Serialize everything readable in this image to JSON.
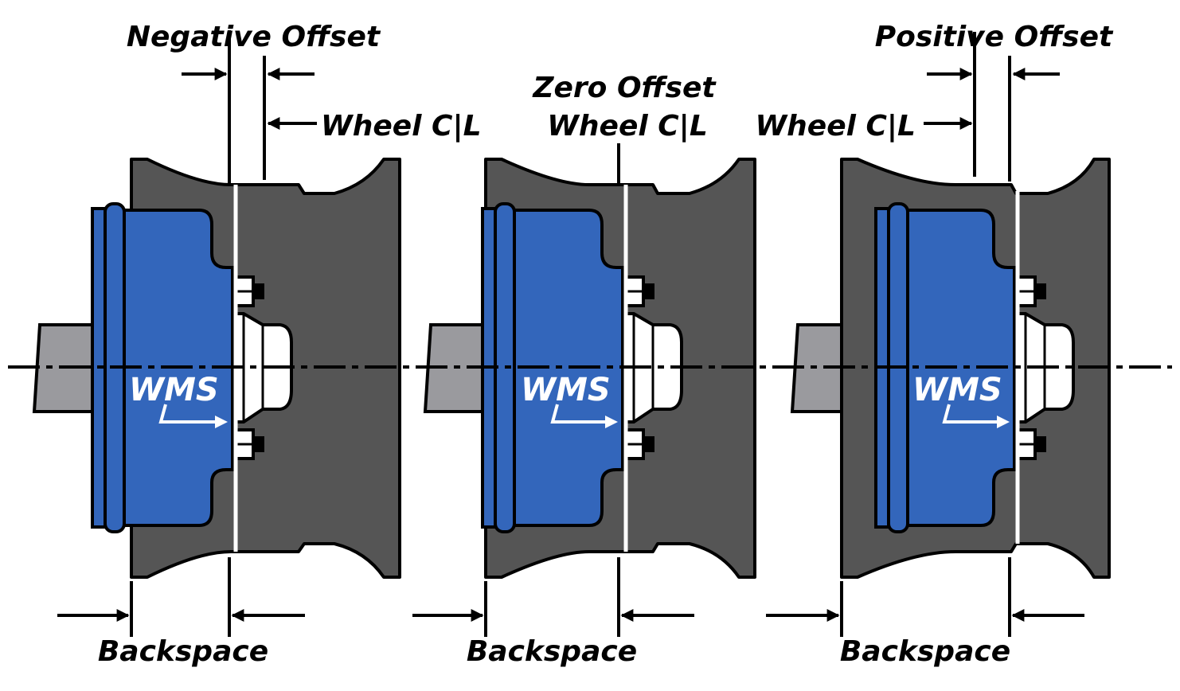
{
  "colors": {
    "background": "#ffffff",
    "wheel": "#555555",
    "wheel_outline": "#000000",
    "hub": "#3366bb",
    "axle": "#9a9a9e",
    "centerline": "#000000",
    "cap": "#ffffff",
    "logo": "#ffffff"
  },
  "icons": {
    "dimension_arrow": "arrow-icon",
    "lug_nut": "lug-nut-icon",
    "hub_cap": "hub-cap-icon"
  },
  "diagrams": [
    {
      "id": "negative",
      "title": "Negative Offset",
      "centerline_label": "Wheel C|L",
      "backspace_label": "Backspace",
      "logo": "WMS"
    },
    {
      "id": "zero",
      "title": "Zero Offset",
      "centerline_label": "Wheel C|L",
      "backspace_label": "Backspace",
      "logo": "WMS"
    },
    {
      "id": "positive",
      "title": "Positive Offset",
      "centerline_label": "Wheel C|L",
      "backspace_label": "Backspace",
      "logo": "WMS"
    }
  ]
}
